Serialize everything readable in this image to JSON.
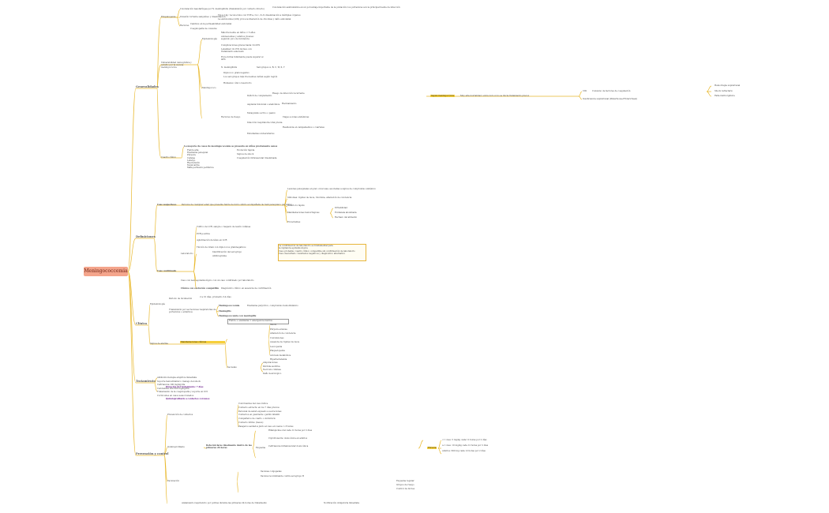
{
  "root": "Meningococcemia",
  "branches": {
    "generalidades": "Generalidades",
    "definiciones": "Definiciones",
    "clinica": "Clínica",
    "tratamiento": "Tratamiento",
    "prevencion": "Prevención y control"
  },
  "gen": {
    "etiopat": "Etiopatogenia",
    "etio_1": "Colonización nasofaríngea por N. meningitidis (transmisión por contacto directo)",
    "etio_2": "Invasión torrente sanguíneo y diseminación",
    "etio_3": "Factores",
    "etio_3a": "Cambios en la permeabilidad endotelial",
    "etio_3b": "Coagulopatía de consumo",
    "etio_1r": "Colonización asintomática en un porcentaje importante de la población; los portadores son la principal fuente de infección",
    "etio_2r": "Tipos 14p: reconocidos con TNF-a, IL-1, IL-6; diseminación a múltiples órganos",
    "etio_2r2": "La endotoxina (LOS) provoca liberación de citocinas y daño endotelial",
    "vulner": "Vulnerabilidad demográfica y estudio por la vacuna meningocócica",
    "epidem": "Epidemiología",
    "epi_1": "Más frecuente en niños < 5 años",
    "epi_2": "Adolescentes y adultos jóvenes: segundo pico de incidencia",
    "epi_3": "Complicaciones graves hasta 10-20%",
    "epi_4": "Letalidad 10-15% incluso con tratamiento adecuado",
    "epi_5": "En la forma fulminante puede superar el 40%",
    "epi_6": "N. meningitidis",
    "epi_6r": "Serogrupos A, B, C, W, X, Y",
    "meningo": "Meningococo",
    "men_1": "Diplococo gram negativo",
    "men_2": "Los serogrupos más frecuentes varían según región",
    "men_3": "Humanos: único reservorio",
    "facrisk": "Factores de riesgo",
    "fr_1": "Déficit de complemento",
    "fr_1r": "Riesgo de infección recurrente",
    "fr_2": "Asplenia funcional o anatómica",
    "fr_3": "Hacinamiento",
    "fr_4": "Tabaquismo activo o pasivo",
    "fr_5": "Infección respiratoria viral previa",
    "fr_6": "Viajes a zonas endémicas",
    "fr_7": "Residencia en campamentos o cuarteles",
    "fr_8": "Estudiantes universitarios",
    "cuadro": "Cuadro clínico",
    "cuadro_r": "La mayoría de casos de meningococemia se presenta en niños previamente sanos",
    "cuadro_items": [
      "Fiebre alta",
      "Exantema petequial",
      "Púrpura",
      "Cefalea",
      "Letargo",
      "Hipotensión",
      "Taquicardia",
      "Mala perfusión periférica"
    ],
    "cuadro_notes": [
      "Evolución rápida",
      "Signos de shock",
      "Coagulación intravascular diseminada"
    ],
    "sepsis_label": "Sepsis meningocócica",
    "sepsis_r": "Muy alta mortalidad, sobre todo si no se inicia tratamiento precoz",
    "sepsis_1": "CID",
    "sepsis_1r": "Consumo de factores de coagulación",
    "sepsis_2": "Insuficiencia suprarrenal (Waterhouse-Friderichsen)",
    "sepsis_leaves": [
      "Hemorragia suprarrenal",
      "Shock refractario",
      "Falla multiorgánica"
    ]
  },
  "def": {
    "sospechoso": "Caso sospechoso",
    "sosp_r": "Persona de cualquier edad que presente fiebre de inicio súbito acompañada de rash petequial o purpúrico",
    "sosp_1": "Lesiones petequiales en piel o mucosas, asociadas a signos de compromiso sistémico",
    "sosp_2": "Síntomas: rigidez de nuca, fotofobia, alteración de conciencia",
    "sosp_3": "Deterioro rápido",
    "sosp_4": "Manifestaciones hemorrágicas",
    "sosp_5": "En lactantes",
    "sosp_leaves": [
      "Irritabilidad",
      "Fontanela abombada",
      "Rechazo del alimento"
    ],
    "confirmado": "Caso confirmado",
    "conf_lab": "Laboratorio",
    "conf_items": [
      "Cultivo de LCR, sangre o raspado de lesión cutánea",
      "PCR positiva",
      "Aglutinación de látex en LCR",
      "Tinción de Gram con diplococos gramnegativos"
    ],
    "conf_sub": [
      "Identificación del serogrupo",
      "Antibiograma"
    ],
    "conf_note": "Caso con nexo epidemiológico con un caso confirmado por laboratorio",
    "conf_clin": "Clínica con evolución compatible",
    "conf_clin_r": "Diagnóstico clínico en ausencia de confirmación",
    "box_lines": [
      "La confirmación de laboratorio es fundamental para",
      "la vigilancia epidemiológica",
      "Caso probable: cuadro clínico compatible sin confirmación de laboratorio",
      "Caso descartado: resultados negativos y diagnóstico alternativo"
    ]
  },
  "cli": {
    "epidem": "Epidemiología",
    "epi_1": "Periodo de incubación",
    "epi_1r": "2 a 10 días, promedio 3-4 días",
    "epi_2": "Transmisión por secreciones respiratorias de portadores o enfermos",
    "diag_label": "Manifestaciones clínicas",
    "diag_1": "Meningococcemia",
    "diag_1r": "Exantema purpúrico, compromiso hemodinámico",
    "diag_2": "Meningitis",
    "diag_3": "Meningococemia con meningitis",
    "box": "Fiebre + exantema = emergencia médica",
    "sign_label": "Signos de alarma",
    "sign_items": [
      "Shock",
      "Púrpura extensa",
      "Alteración de conciencia",
      "Convulsiones",
      "Ausencia de rigidez de nuca",
      "Leucopenia",
      "Plaquetopenia",
      "Acidosis metabólica",
      "Hiperlactatemia"
    ],
    "sec_label": "Secuelas",
    "sec_items": [
      "Amputaciones",
      "Pérdida auditiva",
      "Necrosis cutánea",
      "Daño neurológico"
    ]
  },
  "tto": {
    "items": [
      "Antibioticoterapia empírica inmediata",
      "Soporte hemodinámico: manejo del shock",
      "Ceftriaxona 100 mg/kg/día",
      "Cefotaxima 200-300 mg/kg/día",
      "Tratamiento de la coagulopatía y soporte en UCI",
      "Corticoides en casos seleccionados"
    ],
    "purple_1": "Duración del tratamiento: 7 días",
    "purple_2": "Quimioprofilaxis a contactos cercanos"
  },
  "prev": {
    "p1": "Prevención de contactos",
    "p1_items": [
      "Convivientes del caso índice",
      "Contacto estrecho en los 7 días previos",
      "Personal de salud expuesto a secreciones",
      "Contactos en guardería o jardín infantil",
      "Compañeros de cuarto o dormitorio",
      "Contacto íntimo (besos)",
      "Pasajeros sentados junto al caso en vuelos > 8 horas"
    ],
    "p2": "Quimioprofilaxis",
    "p2_bold": "Debe iniciarse idealmente dentro de las primeras 24 horas",
    "p2_sub": "Esquema",
    "p2_leaves": [
      "Rifampicina oral cada 12 horas por 2 días",
      "Ciprofloxacino dosis única en adultos",
      "Ceftriaxona intramuscular dosis única"
    ],
    "p2_box": "Eficacia",
    "p2_box_r": [
      "< 1 mes: 5 mg/kg cada 12 horas por 2 días",
      "≥ 1 mes: 10 mg/kg cada 12 horas por 2 días",
      "Adultos: 600 mg cada 12 horas por 2 días"
    ],
    "p3": "Vacunación",
    "p3_items": [
      "Vacunas conjugadas",
      "Vacuna recombinante contra serogrupo B"
    ],
    "p3_leaves": [
      "Esquema regular",
      "Grupos de riesgo",
      "Control de brotes"
    ],
    "p4": "Aislamiento respiratorio por gotitas durante las primeras 24 horas de tratamiento",
    "p4_r": "Notificación obligatoria inmediata"
  }
}
